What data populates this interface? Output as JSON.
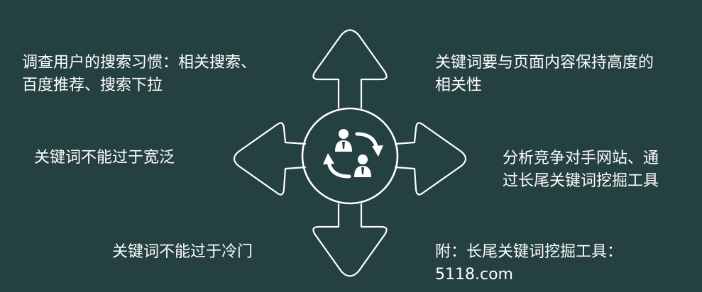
{
  "colors": {
    "background": "#244040",
    "stroke": "#ffffff",
    "text": "#ffffff"
  },
  "diagram": {
    "center_icon": "people-exchange-icon",
    "arrows": [
      "up-arrow",
      "right-arrow",
      "down-arrow",
      "left-arrow"
    ],
    "items": {
      "top_left": {
        "line1": "调查用户的搜索习惯：相关搜索、",
        "line2": "百度推荐、搜索下拉"
      },
      "top_right": {
        "line1": "关键词要与页面内容保持高度的",
        "line2": "相关性"
      },
      "middle_left": {
        "line1": "关键词不能过于宽泛"
      },
      "middle_right": {
        "line1": "分析竞争对手网站、通",
        "line2": "过长尾关键词挖掘工具"
      },
      "bottom_left": {
        "line1": "关键词不能过于冷门"
      },
      "bottom_right": {
        "line1": "附：长尾关键词挖掘工具：",
        "line2": "5118.com"
      }
    }
  }
}
